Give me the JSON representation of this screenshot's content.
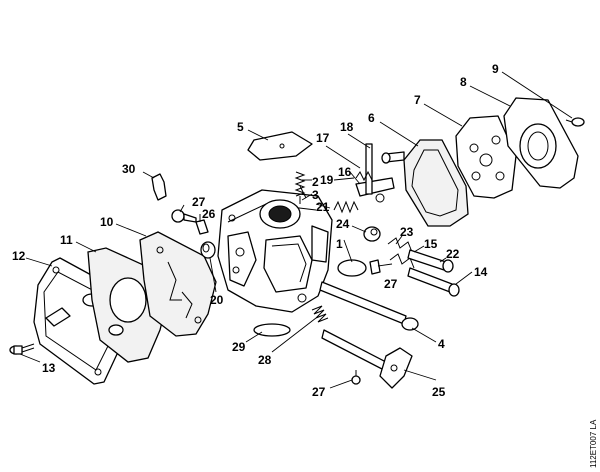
{
  "diagram": {
    "reference_code": "112ET007 LA",
    "callouts": [
      "1",
      "2",
      "3",
      "4",
      "5",
      "6",
      "7",
      "8",
      "9",
      "10",
      "11",
      "12",
      "13",
      "14",
      "15",
      "16",
      "17",
      "18",
      "19",
      "20",
      "21",
      "22",
      "23",
      "24",
      "25",
      "26",
      "27",
      "27",
      "27",
      "28",
      "29",
      "30"
    ]
  }
}
